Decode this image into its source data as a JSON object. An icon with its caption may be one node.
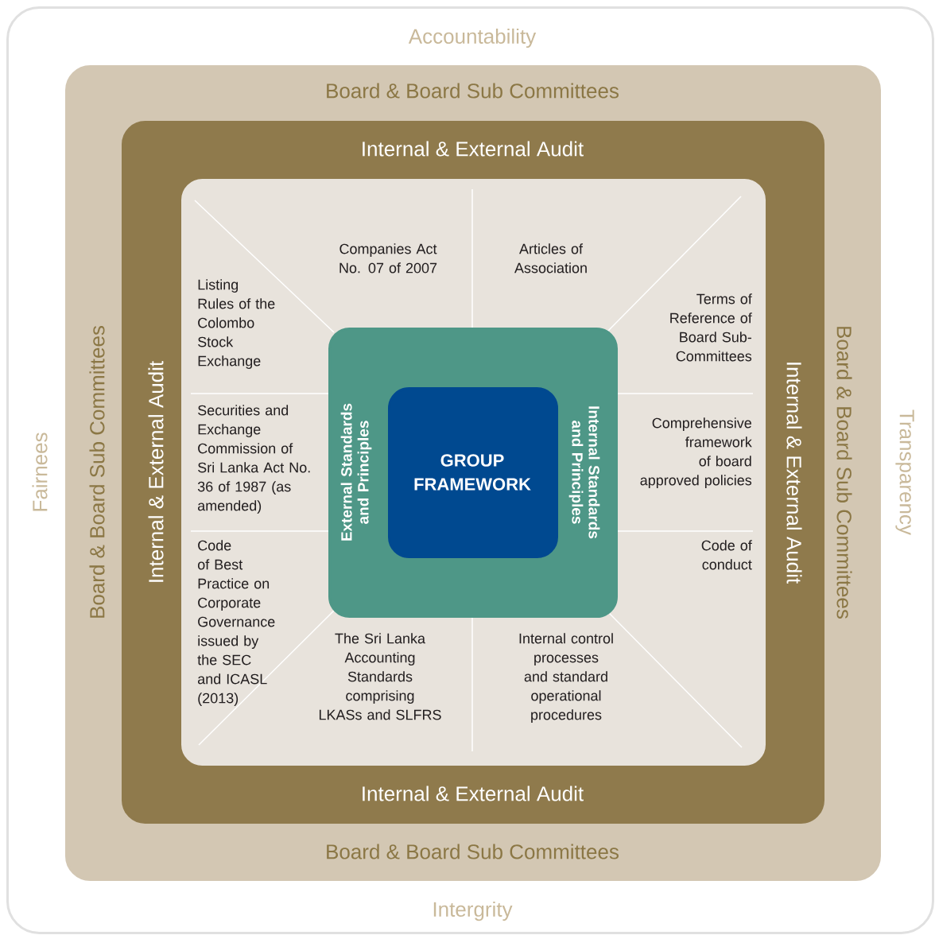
{
  "diagram": {
    "nodes": [
      {
        "text": [
          "Accountability",
          "Fairnees",
          "Transparency",
          "Intergrity"
        ]
      },
      {
        "text": [
          "Board & Board Sub Committees",
          "Board & Board Sub Committees",
          "Board & Board Sub Committees",
          "Board & Board Sub Committees"
        ],
        "in": 0
      },
      {
        "text": [
          "Internal & External Audit",
          "Internal & External Audit",
          "Internal & External Audit",
          "Internal & External Audit"
        ],
        "in": 1
      },
      {
        "text": [
          "Companies Act No. 07 of 2007",
          "Articles of Association",
          "Listing Rules of the Colombo Stock Exchange",
          "Terms of Reference of Board Sub-Committees",
          "Securities and Exchange Commission of Sri Lanka Act No. 36 of 1987 (as amended)",
          "Comprehensive framework of board approved policies",
          "Code of Best Practice on Corporate Governance issued by the SEC and ICASL (2013)",
          "Code of conduct",
          "The Sri Lanka Accounting Standards comprising LKASs and SLFRS",
          "Internal control processes and standard operational procedures"
        ],
        "in": 2
      },
      {
        "text": [
          "External Standards and Principles",
          "Internal Standards and Principles"
        ],
        "in": 3
      },
      {
        "text": [
          "GROUP FRAMEWORK"
        ],
        "in": 4
      }
    ]
  }
}
